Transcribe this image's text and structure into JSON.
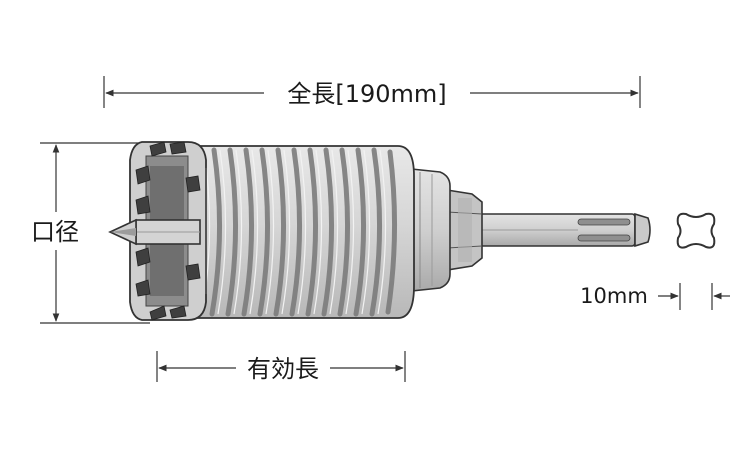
{
  "dimensions": {
    "overall_length": "全長[190mm]",
    "diameter": "口径",
    "effective_length": "有効長",
    "shank_size": "10mm"
  },
  "colors": {
    "body_fill": "#d9d9d9",
    "body_shade": "#bdbdbd",
    "groove": "#8a8a8a",
    "tooth_dark": "#4a4a4a",
    "outline": "#333333",
    "dimension_line": "#333333"
  },
  "icons": [
    "core-drill-bit",
    "sds-shank-cross-section"
  ]
}
